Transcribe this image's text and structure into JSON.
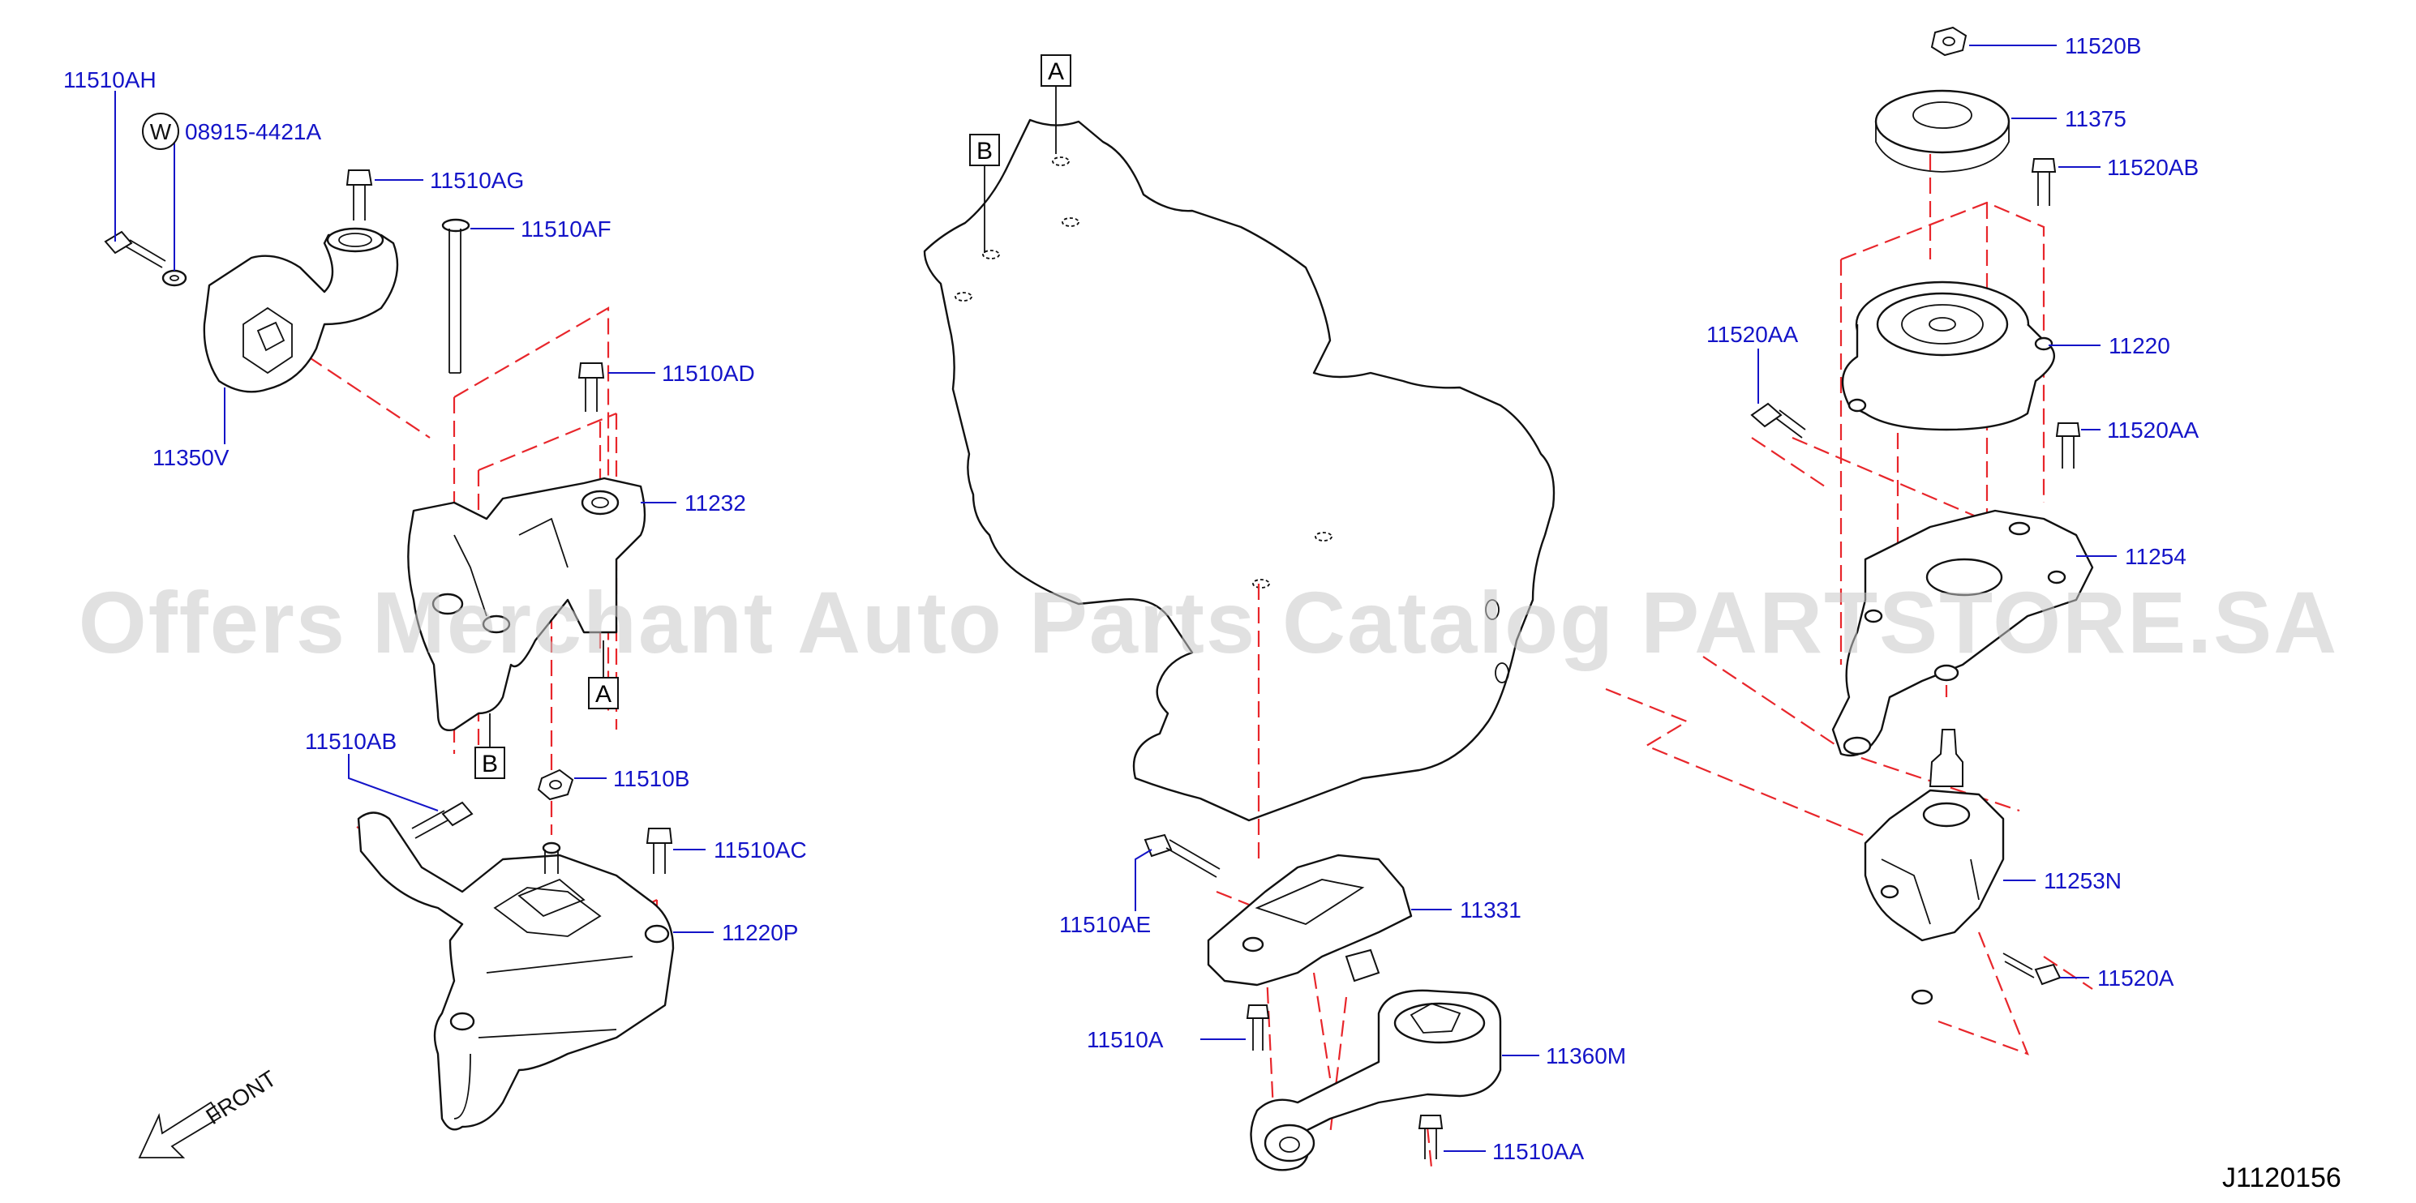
{
  "diagram_id": "J1120156",
  "watermark": "Offers Merchant Auto Parts Catalog PARTSTORE.SA",
  "front_label": "FRONT",
  "washer_symbol": "W",
  "colors": {
    "label": "#1414c8",
    "dash": "#e8262b",
    "outline": "#111111",
    "watermark": "#c8c8c8"
  },
  "labels": {
    "p11510AH": "11510AH",
    "p08915": "08915-4421A",
    "p11510AG": "11510AG",
    "p11510AF": "11510AF",
    "p11510AD": "11510AD",
    "p11350V": "11350V",
    "p11232": "11232",
    "p11510AB": "11510AB",
    "p11510B": "11510B",
    "p11510AC": "11510AC",
    "p11220P": "11220P",
    "p11510AE": "11510AE",
    "p11331": "11331",
    "p11510A": "11510A",
    "p11360M": "11360M",
    "p11510AA": "11510AA",
    "p11520B": "11520B",
    "p11375": "11375",
    "p11520AB": "11520AB",
    "p11520AA_1": "11520AA",
    "p11220": "11220",
    "p11520AA_2": "11520AA",
    "p11254": "11254",
    "p11253N": "11253N",
    "p11520A": "11520A"
  },
  "refs": {
    "a": "A",
    "b": "B"
  }
}
